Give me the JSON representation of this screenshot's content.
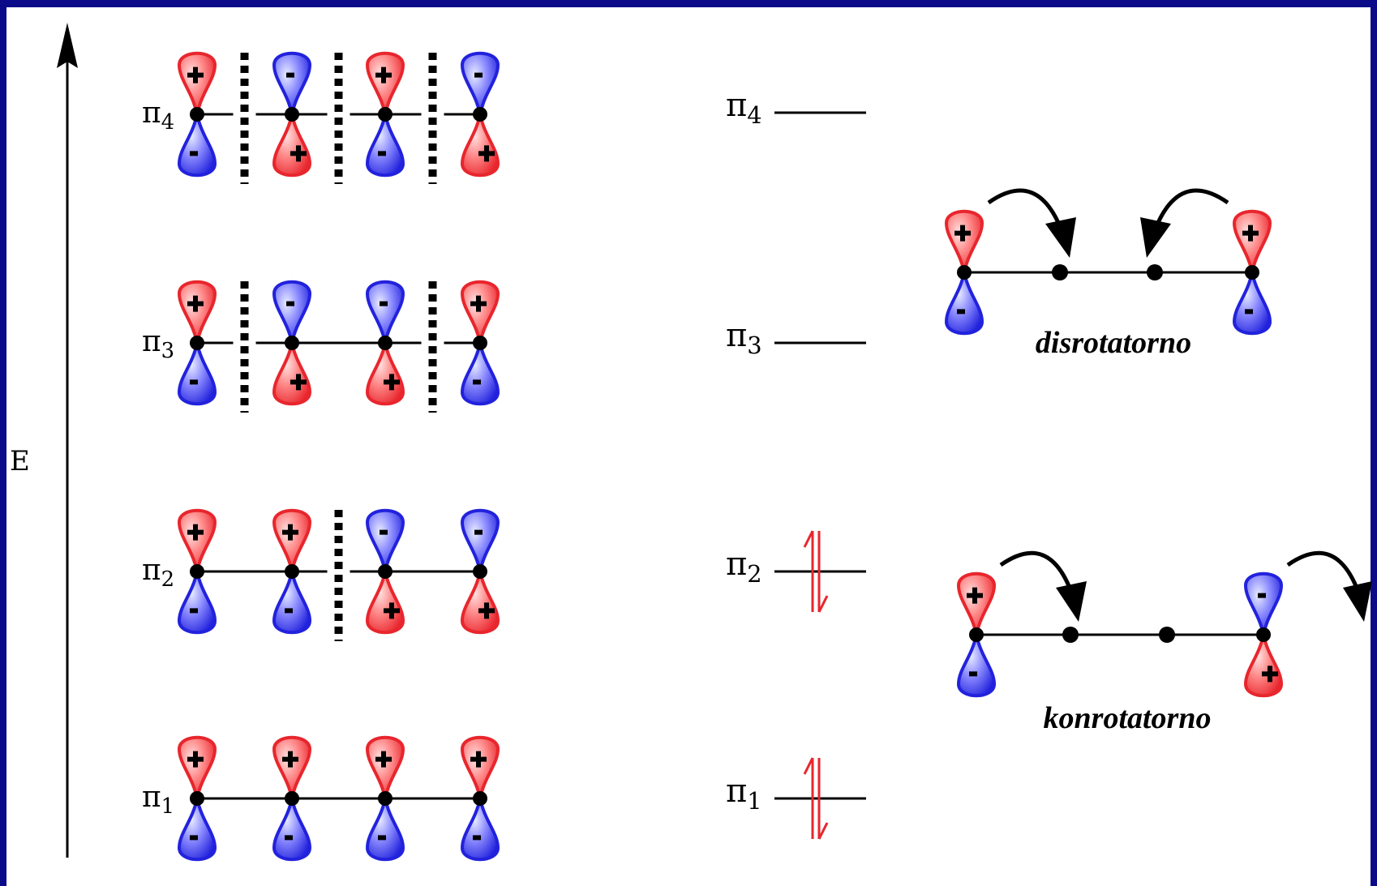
{
  "axis": {
    "label": "E"
  },
  "orbitals": [
    {
      "label": "π",
      "sub": "4",
      "signs": [
        "+",
        "-",
        "+",
        "-"
      ]
    },
    {
      "label": "π",
      "sub": "3",
      "signs": [
        "+",
        "-",
        "-",
        "+"
      ]
    },
    {
      "label": "π",
      "sub": "2",
      "signs": [
        "+",
        "+",
        "-",
        "-"
      ]
    },
    {
      "label": "π",
      "sub": "1",
      "signs": [
        "+",
        "+",
        "+",
        "+"
      ]
    }
  ],
  "levels": [
    {
      "label": "π",
      "sub": "4",
      "electrons": 0
    },
    {
      "label": "π",
      "sub": "3",
      "electrons": 0
    },
    {
      "label": "π",
      "sub": "2",
      "electrons": 2
    },
    {
      "label": "π",
      "sub": "1",
      "electrons": 2
    }
  ],
  "modes": [
    {
      "name": "disrotatorno",
      "left_top": "+",
      "right_top": "+"
    },
    {
      "name": "konrotatorno",
      "left_top": "+",
      "right_top": "-"
    }
  ],
  "colors": {
    "frame": "#0b0b8a",
    "plus_lobe": "#e8262d",
    "minus_lobe": "#2222dd",
    "electron": "#e8262d"
  }
}
